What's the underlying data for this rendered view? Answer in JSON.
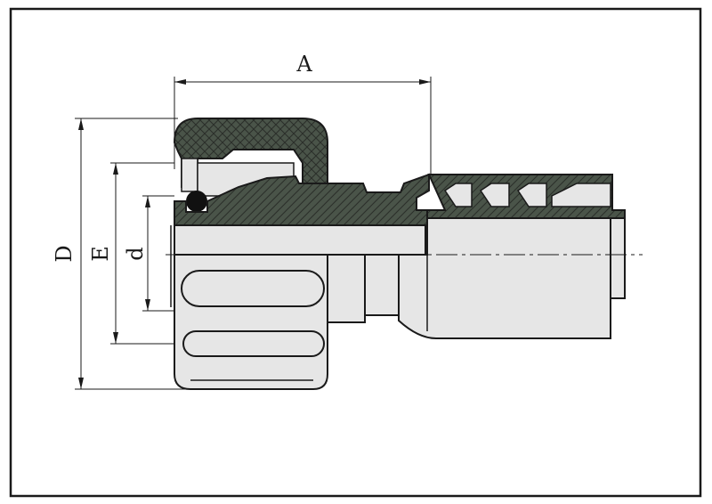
{
  "dimension_labels": {
    "A": "A",
    "D": "D",
    "E": "E",
    "d": "d"
  },
  "colors": {
    "border": "#1a1a1a",
    "section_hatch_fill": "#4a5449",
    "body_fill": "#e6e6e6",
    "line": "#1a1a1a"
  }
}
